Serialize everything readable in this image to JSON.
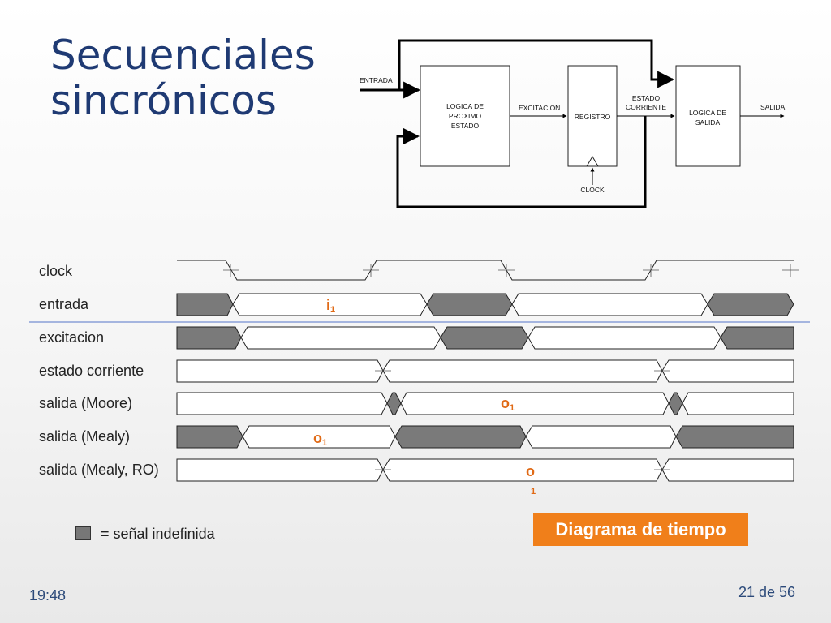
{
  "slide": {
    "title_line1": "Secuenciales",
    "title_line2": "sincrónicos",
    "time": "19:48",
    "page": "21 de 56"
  },
  "block_diagram": {
    "entrada": "ENTRADA",
    "logica_proximo": [
      "LOGICA DE",
      "PROXIMO",
      "ESTADO"
    ],
    "excitacion": "EXCITACION",
    "registro": "REGISTRO",
    "estado_corriente": [
      "ESTADO",
      "CORRIENTE"
    ],
    "logica_salida": [
      "LOGICA DE",
      "SALIDA"
    ],
    "salida": "SALIDA",
    "clock": "CLOCK"
  },
  "timing": {
    "signals": [
      "clock",
      "entrada",
      "excitacion",
      "estado corriente",
      "salida (Moore)",
      "salida (Mealy)",
      "salida (Mealy, RO)"
    ],
    "annotations": {
      "i1": "i",
      "i1_sub": "1",
      "o1_moore": "o",
      "o1_moore_sub": "1",
      "o1_mealy": "o",
      "o1_mealy_sub": "1",
      "o1_ro": "o",
      "o1_ro_sub": "1"
    },
    "legend": "= señal indefinida",
    "caption": "Diagrama de tiempo"
  },
  "colors": {
    "title": "#1f3a73",
    "accent": "#f07f1a",
    "undefined_fill": "#7a7a7a",
    "separator": "#8aa0d8"
  }
}
